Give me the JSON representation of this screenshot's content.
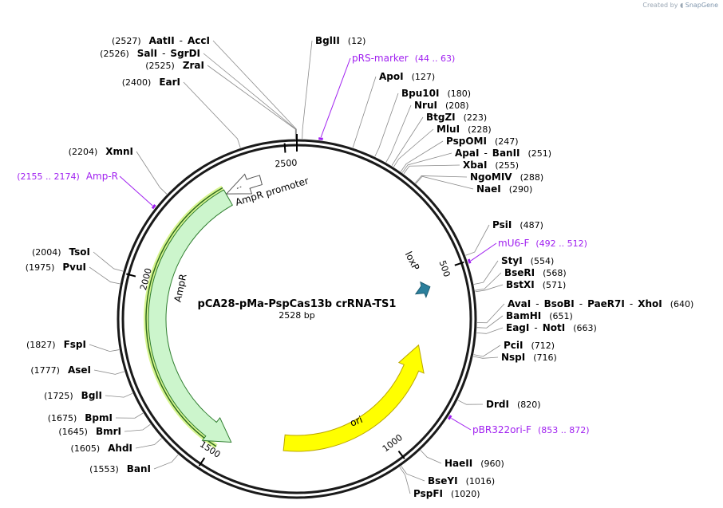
{
  "credit": {
    "prefix": "Created by",
    "brand": "SnapGene"
  },
  "plasmid": {
    "name": "pCA28-pMa-PspCas13b crRNA-TS1",
    "length_label": "2528 bp",
    "length": 2528
  },
  "colors": {
    "backbone": "#1a1a1a",
    "primer": "#a020f0",
    "amp": "#ccf5cc",
    "amp_border": "#2e7d2e",
    "ori": "#ffff00",
    "promoter": "#ffffff",
    "loxp": "#2b7f9c",
    "highlight": "#d8f590"
  },
  "ticks": [
    {
      "label": "500",
      "pos": 500
    },
    {
      "label": "1000",
      "pos": 1000
    },
    {
      "label": "1500",
      "pos": 1500
    },
    {
      "label": "2000",
      "pos": 2000
    },
    {
      "label": "2500",
      "pos": 2500
    }
  ],
  "features": [
    {
      "name": "AmpR",
      "start": 1461,
      "end": 2321,
      "direction": "reverse",
      "type": "cds",
      "color": "#ccf5cc"
    },
    {
      "name": "AmpR promoter",
      "start": 2322,
      "end": 2426,
      "direction": "reverse",
      "type": "promoter",
      "color": "#ffffff"
    },
    {
      "name": "ori",
      "start": 717,
      "end": 1305,
      "direction": "reverse",
      "type": "rep_origin",
      "color": "#ffff00"
    },
    {
      "name": "loxP",
      "start": 536,
      "end": 569,
      "direction": "reverse",
      "type": "protein_bind",
      "color": "#2b7f9c"
    }
  ],
  "primers": [
    {
      "name": "pRS-marker",
      "range": "(44 .. 63)",
      "pos": 53
    },
    {
      "name": "mU6-F",
      "range": "(492 .. 512)",
      "pos": 502
    },
    {
      "name": "pBR322ori-F",
      "range": "(853 .. 872)",
      "pos": 862
    },
    {
      "name": "Amp-R",
      "range": "(2155 .. 2174)",
      "pos": 2164
    }
  ],
  "enzymes": [
    {
      "names": [
        "AatII",
        "AccI"
      ],
      "pos_label": "(2527)",
      "pos": 2527
    },
    {
      "names": [
        "SalI",
        "SgrDI"
      ],
      "pos_label": "(2526)",
      "pos": 2526
    },
    {
      "names": [
        "ZraI"
      ],
      "pos_label": "(2525)",
      "pos": 2525
    },
    {
      "names": [
        "EarI"
      ],
      "pos_label": "(2400)",
      "pos": 2400
    },
    {
      "names": [
        "BglII"
      ],
      "pos_label": "(12)",
      "pos": 12
    },
    {
      "names": [
        "ApoI"
      ],
      "pos_label": "(127)",
      "pos": 127
    },
    {
      "names": [
        "Bpu10I"
      ],
      "pos_label": "(180)",
      "pos": 180
    },
    {
      "names": [
        "NruI"
      ],
      "pos_label": "(208)",
      "pos": 208
    },
    {
      "names": [
        "BtgZI"
      ],
      "pos_label": "(223)",
      "pos": 223
    },
    {
      "names": [
        "MluI"
      ],
      "pos_label": "(228)",
      "pos": 228
    },
    {
      "names": [
        "PspOMI"
      ],
      "pos_label": "(247)",
      "pos": 247
    },
    {
      "names": [
        "ApaI",
        "BanII"
      ],
      "pos_label": "(251)",
      "pos": 251
    },
    {
      "names": [
        "XbaI"
      ],
      "pos_label": "(255)",
      "pos": 255
    },
    {
      "names": [
        "NgoMIV"
      ],
      "pos_label": "(288)",
      "pos": 288
    },
    {
      "names": [
        "NaeI"
      ],
      "pos_label": "(290)",
      "pos": 290
    },
    {
      "names": [
        "PsiI"
      ],
      "pos_label": "(487)",
      "pos": 487
    },
    {
      "names": [
        "StyI"
      ],
      "pos_label": "(554)",
      "pos": 554
    },
    {
      "names": [
        "BseRI"
      ],
      "pos_label": "(568)",
      "pos": 568
    },
    {
      "names": [
        "BstXI"
      ],
      "pos_label": "(571)",
      "pos": 571
    },
    {
      "names": [
        "AvaI",
        "BsoBI",
        "PaeR7I",
        "XhoI"
      ],
      "pos_label": "(640)",
      "pos": 640
    },
    {
      "names": [
        "BamHI"
      ],
      "pos_label": "(651)",
      "pos": 651
    },
    {
      "names": [
        "EagI",
        "NotI"
      ],
      "pos_label": "(663)",
      "pos": 663
    },
    {
      "names": [
        "PciI"
      ],
      "pos_label": "(712)",
      "pos": 712
    },
    {
      "names": [
        "NspI"
      ],
      "pos_label": "(716)",
      "pos": 716
    },
    {
      "names": [
        "DrdI"
      ],
      "pos_label": "(820)",
      "pos": 820
    },
    {
      "names": [
        "HaeII"
      ],
      "pos_label": "(960)",
      "pos": 960
    },
    {
      "names": [
        "BseYI"
      ],
      "pos_label": "(1016)",
      "pos": 1016
    },
    {
      "names": [
        "PspFI"
      ],
      "pos_label": "(1020)",
      "pos": 1020
    },
    {
      "names": [
        "XmnI"
      ],
      "pos_label": "(2204)",
      "pos": 2204
    },
    {
      "names": [
        "TsoI"
      ],
      "pos_label": "(2004)",
      "pos": 2004
    },
    {
      "names": [
        "PvuI"
      ],
      "pos_label": "(1975)",
      "pos": 1975
    },
    {
      "names": [
        "FspI"
      ],
      "pos_label": "(1827)",
      "pos": 1827
    },
    {
      "names": [
        "AseI"
      ],
      "pos_label": "(1777)",
      "pos": 1777
    },
    {
      "names": [
        "BglI"
      ],
      "pos_label": "(1725)",
      "pos": 1725
    },
    {
      "names": [
        "BpmI"
      ],
      "pos_label": "(1675)",
      "pos": 1675
    },
    {
      "names": [
        "BmrI"
      ],
      "pos_label": "(1645)",
      "pos": 1645
    },
    {
      "names": [
        "AhdI"
      ],
      "pos_label": "(1605)",
      "pos": 1605
    },
    {
      "names": [
        "BanI"
      ],
      "pos_label": "(1553)",
      "pos": 1553
    }
  ]
}
